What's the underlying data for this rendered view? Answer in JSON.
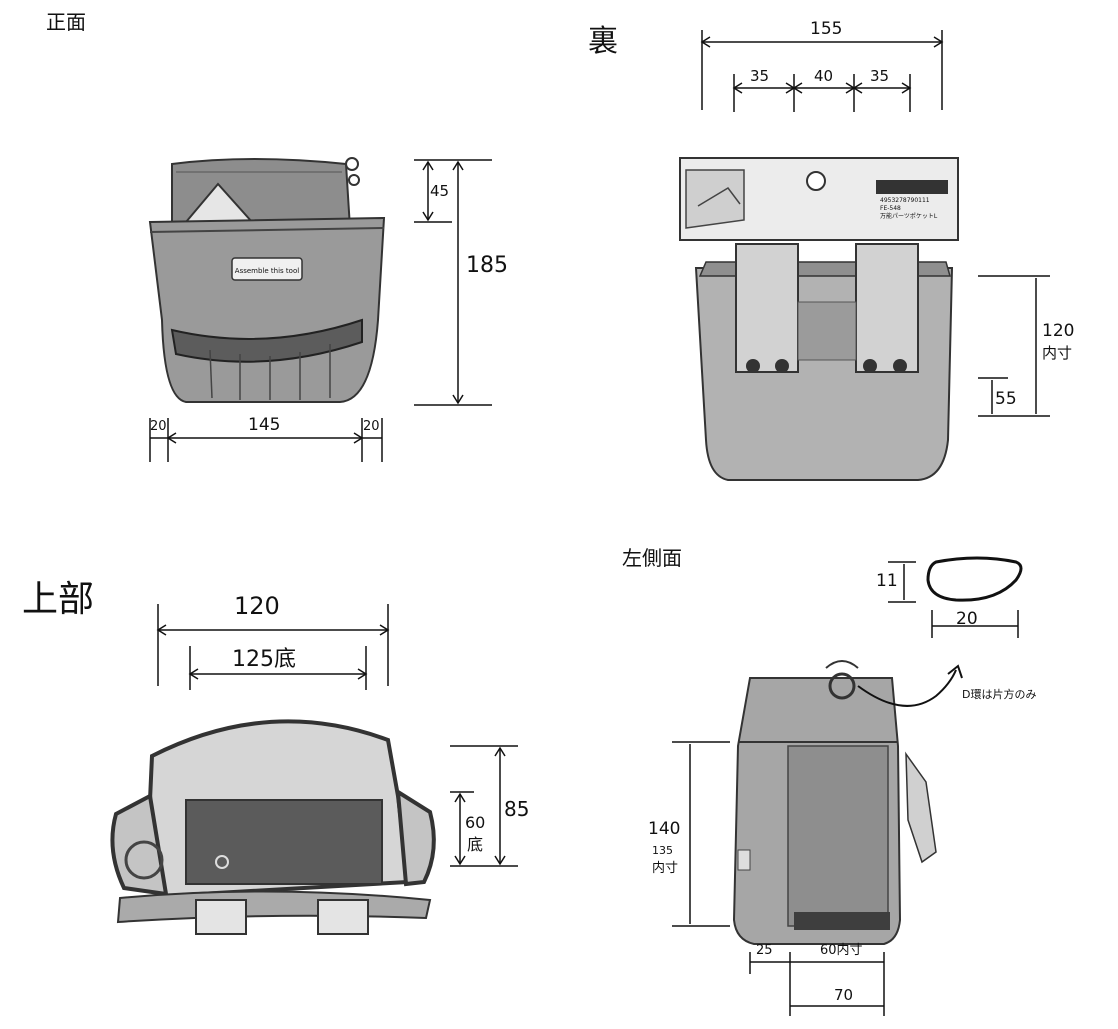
{
  "front": {
    "title": "正面",
    "logo_text": "Assemble this tool",
    "dims": {
      "top": "45",
      "height": "185",
      "left": "20",
      "width": "145",
      "right": "20"
    }
  },
  "back": {
    "title": "裏",
    "label_barcode": "4953278790111",
    "label_small": "FE-548",
    "label_name": "万能パーツポケットL",
    "dims": {
      "total": "155",
      "a": "35",
      "b": "40",
      "c": "35",
      "height": "120",
      "height_sub": "内寸",
      "bottom": "55"
    }
  },
  "top": {
    "title": "上部",
    "dims": {
      "outer": "120",
      "inner": "125底",
      "depth": "85",
      "base": "60",
      "base_sub": "底"
    }
  },
  "side": {
    "title": "左側面",
    "dims": {
      "ring_h": "11",
      "ring_w": "20",
      "height": "140",
      "height_sub": "135",
      "height_sub2": "内寸",
      "a": "25",
      "b": "60内寸",
      "total": "70"
    },
    "note": "D環は片方のみ"
  }
}
